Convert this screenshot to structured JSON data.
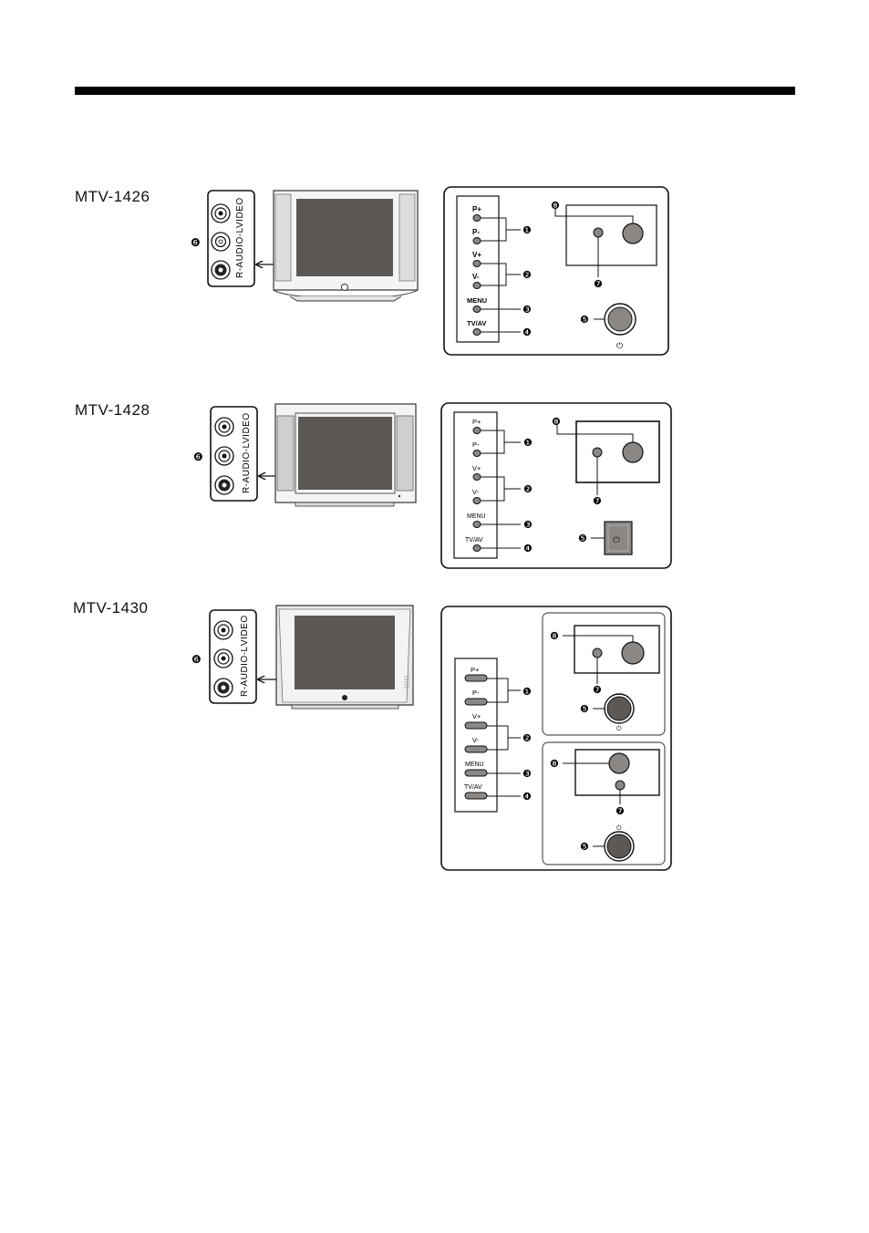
{
  "page": {
    "background": "#ffffff",
    "ink": "#111111"
  },
  "models": [
    {
      "label": "MTV-1426"
    },
    {
      "label": "MTV-1428"
    },
    {
      "label": "MTV-1430"
    }
  ],
  "jack_panel": {
    "audio_label": "R-AUDIO-L",
    "video_label": "VIDEO",
    "callout": "❻"
  },
  "buttons": {
    "p_plus": "P+",
    "p_minus": "P-",
    "v_plus": "V+",
    "v_minus": "V-",
    "menu": "MENU",
    "tvav": "TV/AV"
  },
  "callouts": {
    "c1": "❶",
    "c2": "❷",
    "c3": "❸",
    "c4": "❹",
    "c5": "❺",
    "c7": "❼",
    "c8": "❽"
  },
  "power_symbol": "⏻",
  "colors": {
    "screen": "#5c5855",
    "button_fill": "#8a8784",
    "panel_stroke": "#111111"
  }
}
